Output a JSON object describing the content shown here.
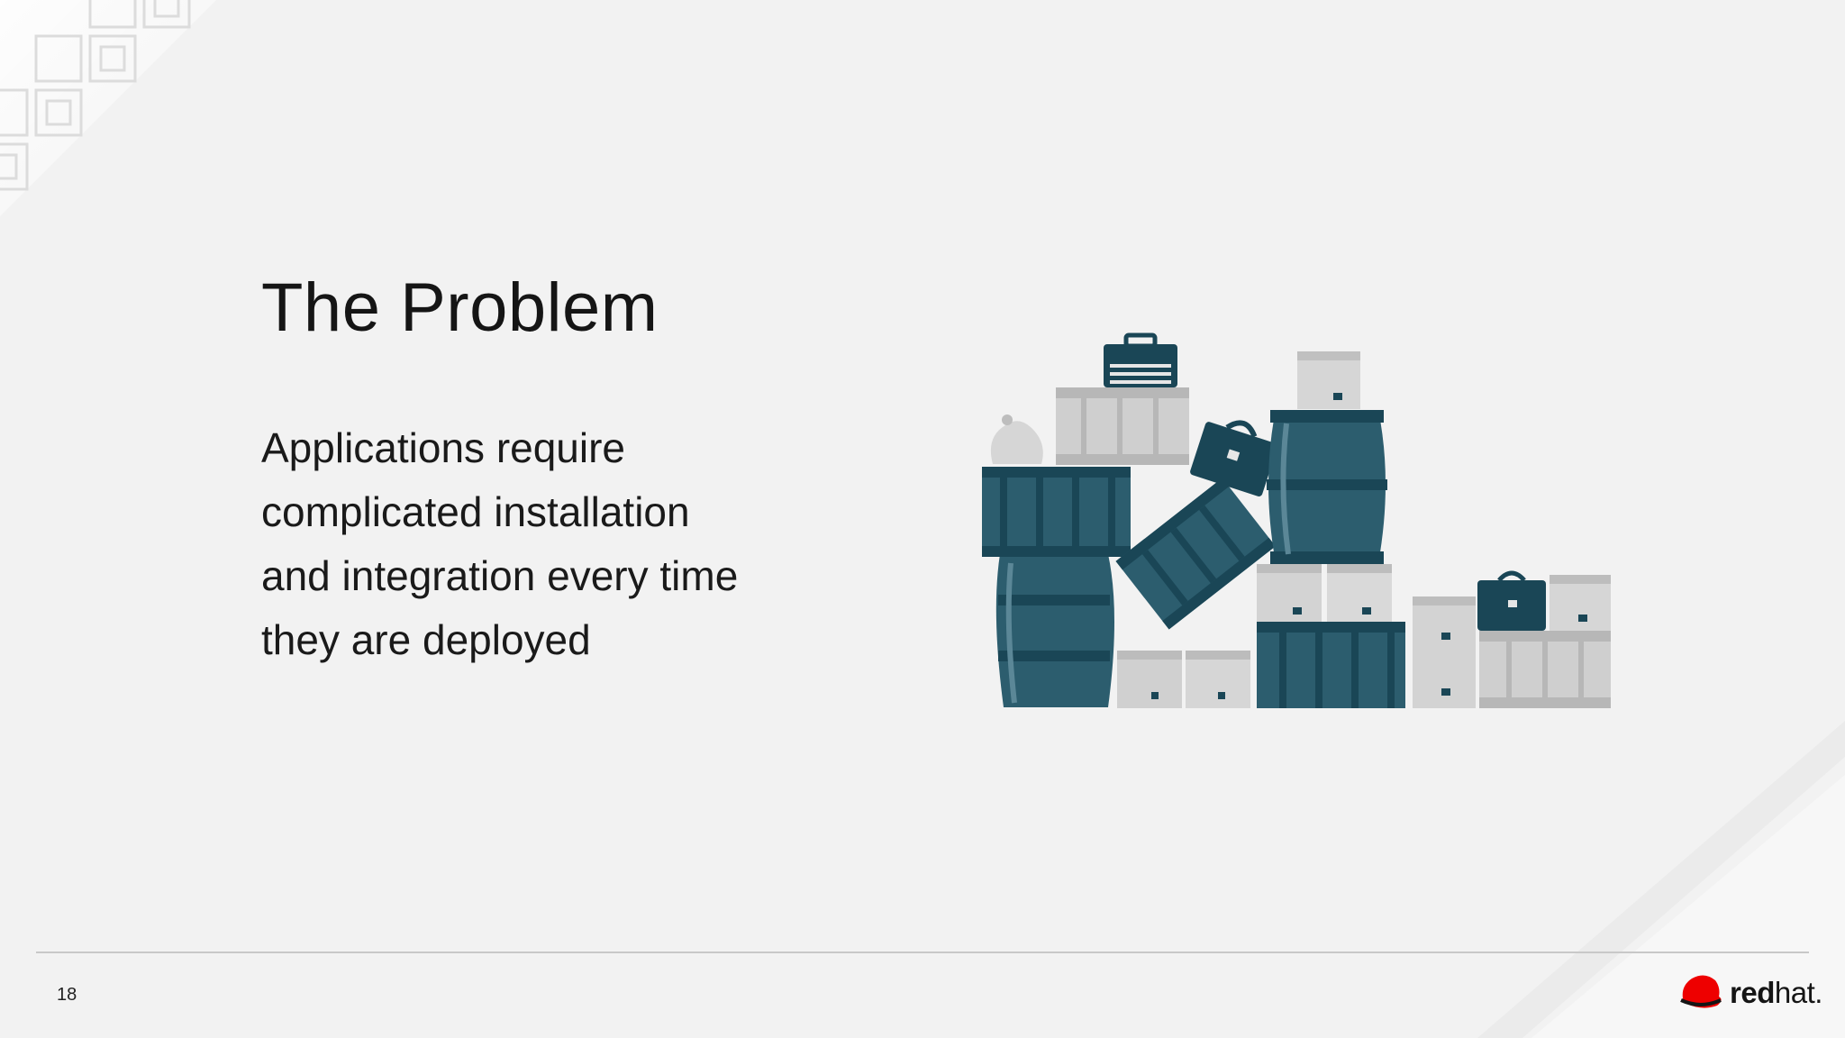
{
  "slide": {
    "title": "The Problem",
    "body_lines": [
      "Applications require",
      "complicated installation",
      "and integration every time",
      "they are deployed"
    ],
    "page_number": "18"
  },
  "illustration": {
    "semantic": "pile-of-barrels-crates-and-boxes-icon",
    "colors": {
      "teal": "#2c5d6e",
      "teal_dark": "#1a4656",
      "grey_box": "#c9c9c9",
      "grey_box_dark": "#a8a8a8"
    }
  },
  "logo": {
    "brand_bold": "red",
    "brand_light": "hat.",
    "color": "#ee0000"
  }
}
